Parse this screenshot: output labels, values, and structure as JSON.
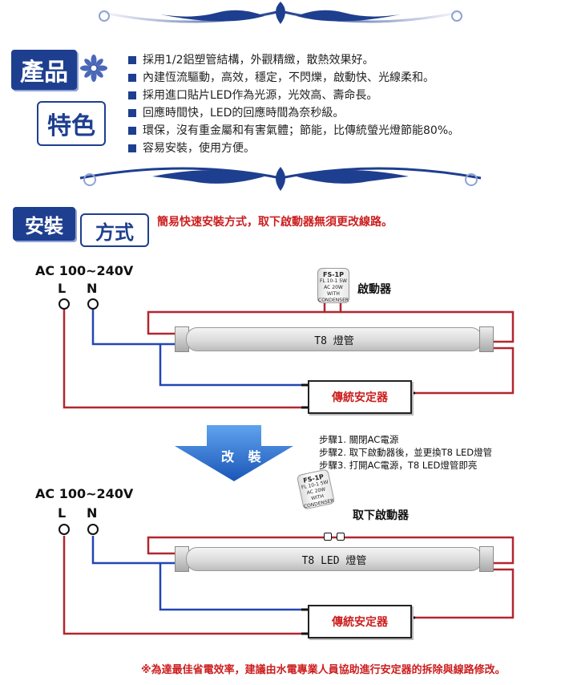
{
  "feature_section": {
    "badge_line1": "產品",
    "badge_line2": "特色",
    "items": [
      "採用1/2鋁塑管結構，外觀精緻，散熱效果好。",
      "內建恆流驅動，高效，穩定，不閃爍，啟動快、光線柔和。",
      "採用進口貼片LED作為光源，光效高、壽命長。",
      "回應時間快，LED的回應時間為奈秒級。",
      "環保，沒有重金屬和有害氣體；節能，比傳統螢光燈節能80%。",
      "容易安裝，使用方便。"
    ]
  },
  "install_section": {
    "badge_part1": "安裝",
    "badge_part2": "方式",
    "subtitle": "簡易快速安裝方式，取下啟動器無須更改線路。"
  },
  "diagram_before": {
    "voltage": "AC 100~240V",
    "terminal_l": "L",
    "terminal_n": "N",
    "starter_label": "啟動器",
    "starter_print": [
      "FS-1P",
      "FL 10-1 5W",
      "AC 20W",
      "WITH CONDENSER"
    ],
    "tube_label": "T8 燈管",
    "ballast_label": "傳統安定器"
  },
  "conversion": {
    "arrow_label": "改 裝",
    "steps": [
      "步驟1. 關閉AC電源",
      "步驟2. 取下啟動器後，並更換T8 LED燈管",
      "步驟3. 打開AC電源，T8 LED燈管即亮"
    ]
  },
  "diagram_after": {
    "voltage": "AC 100~240V",
    "terminal_l": "L",
    "terminal_n": "N",
    "starter_label": "取下啟動器",
    "starter_print": [
      "FS-1P",
      "FL 10-1 5W",
      "AC 20W",
      "WITH CONDENSER"
    ],
    "tube_label": "T8 LED 燈管",
    "ballast_label": "傳統安定器"
  },
  "footnote": "※為達最佳省電效率，建議由水電專業人員協助進行安定器的拆除與線路修改。",
  "colors": {
    "brand_blue": "#1e3f8f",
    "wire_red": "#b3262e",
    "wire_blue": "#2346b3",
    "note_red": "#cc1e1e"
  },
  "icons": [
    "flower-icon",
    "scroll-ornament-icon",
    "down-arrow-icon"
  ]
}
